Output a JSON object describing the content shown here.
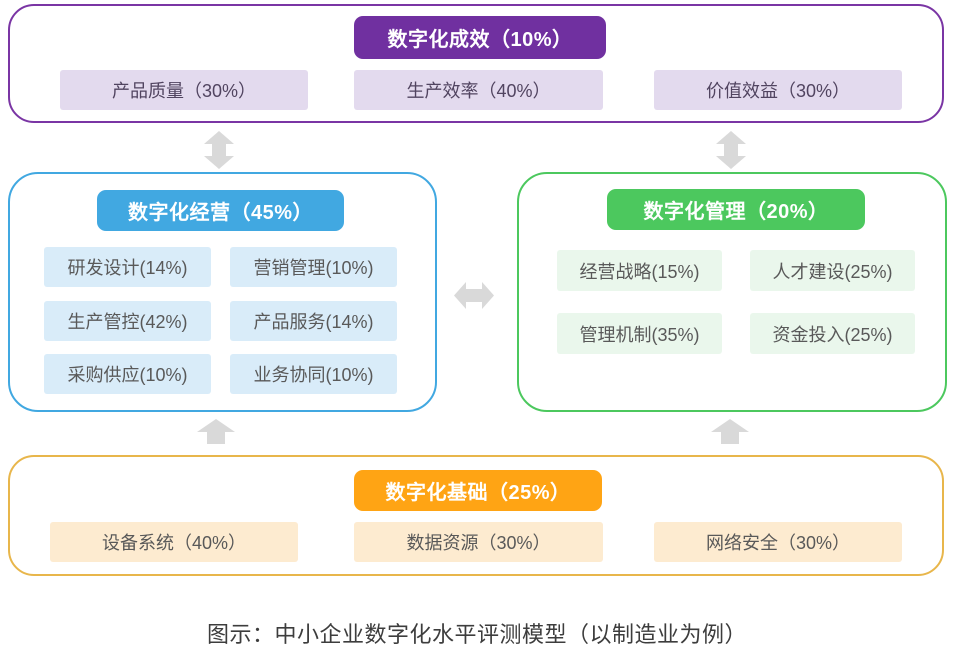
{
  "caption": "图示：中小企业数字化水平评测模型（以制造业为例）",
  "colors": {
    "purple": "#7030a0",
    "purple_light": "#e3daee",
    "blue": "#41a8e1",
    "blue_light": "#d9ecf9",
    "green": "#4cc85e",
    "green_light": "#eaf7ec",
    "orange": "#ffa414",
    "orange_border": "#e8b64b",
    "orange_light": "#fdebd0",
    "arrow_gray": "#d9d9d9",
    "item_text": "#595959"
  },
  "sections": {
    "outcome": {
      "title": "数字化成效（10%）",
      "items": [
        {
          "label": "产品质量（30%）"
        },
        {
          "label": "生产效率（40%）"
        },
        {
          "label": "价值效益（30%）"
        }
      ]
    },
    "operation": {
      "title": "数字化经营（45%）",
      "items": [
        {
          "label": "研发设计(14%)"
        },
        {
          "label": "营销管理(10%)"
        },
        {
          "label": "生产管控(42%)"
        },
        {
          "label": "产品服务(14%)"
        },
        {
          "label": "采购供应(10%)"
        },
        {
          "label": "业务协同(10%)"
        }
      ]
    },
    "management": {
      "title": "数字化管理（20%）",
      "items": [
        {
          "label": "经营战略(15%)"
        },
        {
          "label": "人才建设(25%)"
        },
        {
          "label": "管理机制(35%)"
        },
        {
          "label": "资金投入(25%)"
        }
      ]
    },
    "foundation": {
      "title": "数字化基础（25%）",
      "items": [
        {
          "label": "设备系统（40%）"
        },
        {
          "label": "数据资源（30%）"
        },
        {
          "label": "网络安全（30%）"
        }
      ]
    }
  }
}
